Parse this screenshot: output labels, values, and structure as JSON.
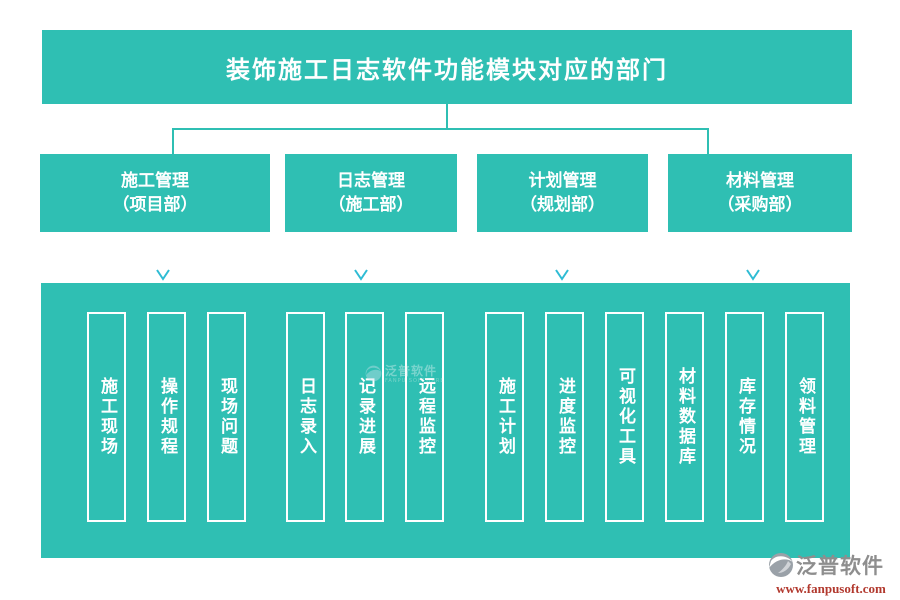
{
  "title": "装饰施工日志软件功能模块对应的部门",
  "modules": [
    {
      "name": "施工管理",
      "dept": "（项目部）"
    },
    {
      "name": "日志管理",
      "dept": "（施工部）"
    },
    {
      "name": "计划管理",
      "dept": "（规划部）"
    },
    {
      "name": "材料管理",
      "dept": "（采购部）"
    }
  ],
  "functions": [
    "施工现场",
    "操作规程",
    "现场问题",
    "日志录入",
    "记录进展",
    "远程监控",
    "施工计划",
    "进度监控",
    "可视化工具",
    "材料数据库",
    "库存情况",
    "领料管理"
  ],
  "watermark": {
    "text": "泛普软件",
    "subtext": "FANPU SOFTWARE"
  },
  "brand": {
    "text": "泛普软件",
    "url": "www.fanpusoft.com"
  },
  "colors": {
    "teal": "#2fbfb3",
    "line": "#2fbfb3",
    "arrow": "#2fbcd4",
    "arrow-light": "#b9e6ef",
    "logo-gray": "#8e8e8e",
    "url-red": "#b2392e",
    "white": "#ffffff"
  }
}
